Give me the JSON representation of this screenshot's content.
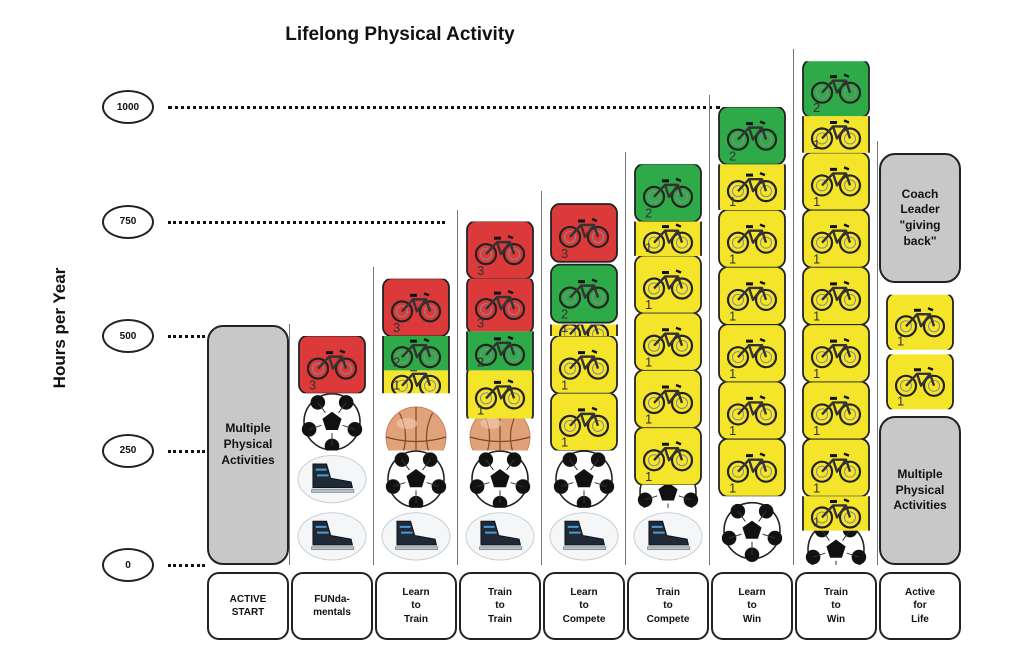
{
  "chart_data": {
    "type": "bar",
    "title": "Lifelong Physical Activity",
    "ylabel": "Hours per Year",
    "y_ticks": [
      "0",
      "250",
      "500",
      "750",
      "1000"
    ],
    "ylim": [
      0,
      1000
    ],
    "categories": [
      "ACTIVE\nSTART",
      "FUNda-\nmentals",
      "Learn\nto\nTrain",
      "Train\nto\nTrain",
      "Learn\nto\nCompete",
      "Train\nto\nCompete",
      "Learn\nto\nWin",
      "Train\nto\nWin",
      "Active\nfor\nLife"
    ],
    "colors": {
      "level_1": "#f5e52a",
      "level_2": "#2faa48",
      "level_3": "#dc3a3a",
      "grey_box": "#c8c8c8"
    },
    "icons": [
      "bicycle-icon",
      "soccer-ball-icon",
      "basketball-icon",
      "ice-skate-icon"
    ],
    "columns": [
      {
        "stage": 0,
        "blocks": [
          {
            "type": "text",
            "label": "Multiple\nPhysical\nActivities",
            "from": 0,
            "to": 525
          }
        ]
      },
      {
        "stage": 1,
        "blocks": [
          {
            "type": "icon",
            "icon": "ice-skate-icon",
            "from": 0,
            "to": 125
          },
          {
            "type": "icon",
            "icon": "ice-skate-icon",
            "from": 125,
            "to": 250
          },
          {
            "type": "icon",
            "icon": "soccer-ball-icon",
            "from": 250,
            "to": 375
          },
          {
            "type": "bike",
            "level": "3",
            "from": 375,
            "to": 500
          }
        ]
      },
      {
        "stage": 2,
        "blocks": [
          {
            "type": "icon",
            "icon": "ice-skate-icon",
            "from": 0,
            "to": 125
          },
          {
            "type": "icon",
            "icon": "soccer-ball-icon",
            "from": 125,
            "to": 250
          },
          {
            "type": "icon",
            "icon": "basketball-icon",
            "from": 250,
            "to": 375
          },
          {
            "type": "bike",
            "level": "1",
            "from": 375,
            "to": 425
          },
          {
            "type": "bike",
            "level": "2",
            "from": 425,
            "to": 500
          },
          {
            "type": "bike",
            "level": "3",
            "from": 500,
            "to": 625
          }
        ]
      },
      {
        "stage": 3,
        "blocks": [
          {
            "type": "icon",
            "icon": "ice-skate-icon",
            "from": 0,
            "to": 125
          },
          {
            "type": "icon",
            "icon": "soccer-ball-icon",
            "from": 125,
            "to": 250
          },
          {
            "type": "icon",
            "icon": "basketball-icon",
            "from": 250,
            "to": 320
          },
          {
            "type": "bike",
            "level": "1",
            "from": 320,
            "to": 425
          },
          {
            "type": "bike",
            "level": "2",
            "from": 425,
            "to": 510
          },
          {
            "type": "bike",
            "level": "3",
            "from": 510,
            "to": 625
          },
          {
            "type": "bike",
            "level": "3",
            "from": 625,
            "to": 750
          }
        ]
      },
      {
        "stage": 4,
        "blocks": [
          {
            "type": "icon",
            "icon": "ice-skate-icon",
            "from": 0,
            "to": 125
          },
          {
            "type": "icon",
            "icon": "soccer-ball-icon",
            "from": 125,
            "to": 250
          },
          {
            "type": "bike",
            "level": "1",
            "from": 250,
            "to": 375
          },
          {
            "type": "bike",
            "level": "1",
            "from": 375,
            "to": 500
          },
          {
            "type": "bike",
            "level": "1",
            "from": 500,
            "to": 525
          },
          {
            "type": "bike",
            "level": "2",
            "from": 525,
            "to": 660
          },
          {
            "type": "bike",
            "level": "3",
            "from": 660,
            "to": 790
          }
        ]
      },
      {
        "stage": 5,
        "blocks": [
          {
            "type": "icon",
            "icon": "ice-skate-icon",
            "from": 0,
            "to": 125
          },
          {
            "type": "icon",
            "icon": "soccer-ball-icon",
            "from": 125,
            "to": 175
          },
          {
            "type": "bike",
            "level": "1",
            "from": 175,
            "to": 300
          },
          {
            "type": "bike",
            "level": "1",
            "from": 300,
            "to": 425
          },
          {
            "type": "bike",
            "level": "1",
            "from": 425,
            "to": 550
          },
          {
            "type": "bike",
            "level": "1",
            "from": 550,
            "to": 675
          },
          {
            "type": "bike",
            "level": "1",
            "from": 675,
            "to": 750
          },
          {
            "type": "bike",
            "level": "2",
            "from": 750,
            "to": 875
          }
        ]
      },
      {
        "stage": 6,
        "blocks": [
          {
            "type": "icon",
            "icon": "soccer-ball-icon",
            "from": 0,
            "to": 150
          },
          {
            "type": "bike",
            "level": "1",
            "from": 150,
            "to": 275
          },
          {
            "type": "bike",
            "level": "1",
            "from": 275,
            "to": 400
          },
          {
            "type": "bike",
            "level": "1",
            "from": 400,
            "to": 525
          },
          {
            "type": "bike",
            "level": "1",
            "from": 525,
            "to": 650
          },
          {
            "type": "bike",
            "level": "1",
            "from": 650,
            "to": 775
          },
          {
            "type": "bike",
            "level": "1",
            "from": 775,
            "to": 875
          },
          {
            "type": "bike",
            "level": "2",
            "from": 875,
            "to": 1000
          }
        ]
      },
      {
        "stage": 7,
        "blocks": [
          {
            "type": "icon",
            "icon": "soccer-ball-icon",
            "from": 0,
            "to": 75
          },
          {
            "type": "bike",
            "level": "1",
            "from": 75,
            "to": 150
          },
          {
            "type": "bike",
            "level": "1",
            "from": 150,
            "to": 275
          },
          {
            "type": "bike",
            "level": "1",
            "from": 275,
            "to": 400
          },
          {
            "type": "bike",
            "level": "1",
            "from": 400,
            "to": 525
          },
          {
            "type": "bike",
            "level": "1",
            "from": 525,
            "to": 650
          },
          {
            "type": "bike",
            "level": "1",
            "from": 650,
            "to": 775
          },
          {
            "type": "bike",
            "level": "1",
            "from": 775,
            "to": 900
          },
          {
            "type": "bike",
            "level": "1",
            "from": 900,
            "to": 980
          },
          {
            "type": "bike",
            "level": "2",
            "from": 980,
            "to": 1100
          }
        ]
      },
      {
        "stage": 8,
        "blocks": [
          {
            "type": "text",
            "label": "Multiple\nPhysical\nActivities",
            "from": 0,
            "to": 325
          },
          {
            "type": "bike",
            "level": "1",
            "from": 340,
            "to": 460
          },
          {
            "type": "bike",
            "level": "1",
            "from": 470,
            "to": 590
          },
          {
            "type": "text",
            "label": "Coach\nLeader\n\"giving\nback\"",
            "from": 615,
            "to": 900
          }
        ]
      }
    ]
  }
}
